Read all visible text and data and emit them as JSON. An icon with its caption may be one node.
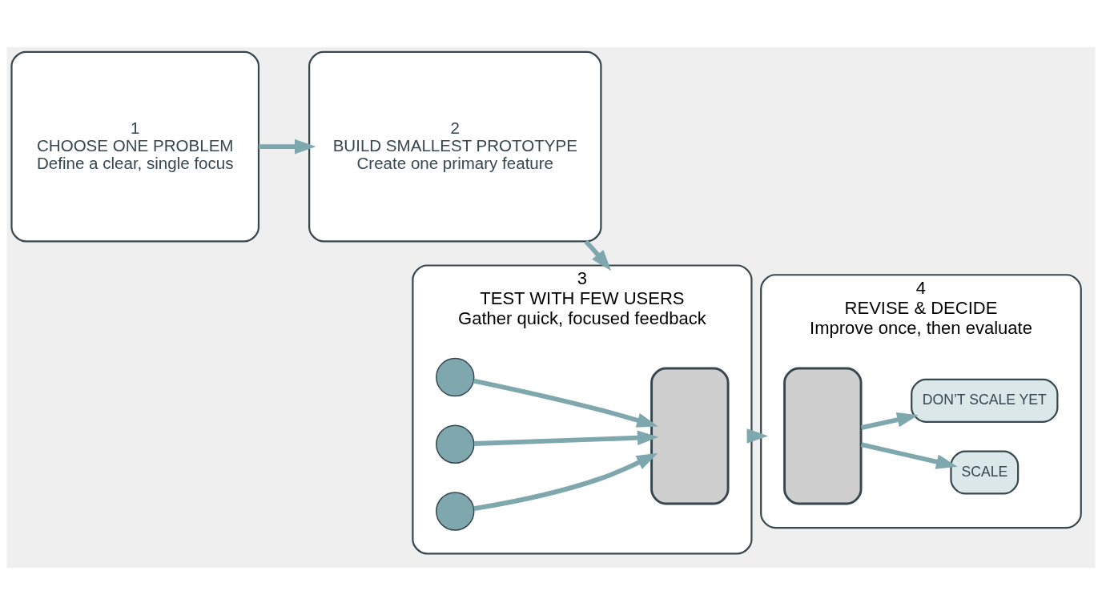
{
  "diagram": {
    "nodes": [
      {
        "text": [
          "1",
          "CHOOSE ONE PROBLEM",
          "Define a clear, single focus"
        ]
      },
      {
        "text": [
          "2",
          "BUILD SMALLEST PROTOTYPE",
          "Create one primary feature"
        ]
      },
      {
        "text": [
          "3",
          "TEST WITH FEW USERS",
          "Gather quick, focused feedback"
        ]
      },
      {
        "text": [],
        "shape": "phone",
        "in": 2
      },
      {
        "text": [],
        "shape": "person",
        "in": 2
      },
      {
        "text": [],
        "shape": "person",
        "in": 2
      },
      {
        "text": [],
        "shape": "person",
        "in": 2
      },
      {
        "text": [
          "4",
          "REVISE & DECIDE",
          "Improve once, then evaluate"
        ]
      },
      {
        "text": [],
        "shape": "phone",
        "in": 7
      },
      {
        "text": [
          "SCALE"
        ],
        "in": 7
      },
      {
        "text": [
          "DON’T SCALE YET"
        ],
        "in": 7
      }
    ],
    "edges": [
      {
        "from": 0,
        "to": 1,
        "arrow": "to"
      },
      {
        "from": 1,
        "to": 2,
        "arrow": "to"
      },
      {
        "from": 2,
        "to": 7,
        "arrow": "to"
      },
      {
        "from": 4,
        "to": 3,
        "arrow": "to"
      },
      {
        "from": 5,
        "to": 3,
        "arrow": "to"
      },
      {
        "from": 6,
        "to": 3,
        "arrow": "to"
      },
      {
        "from": 8,
        "to": 9,
        "arrow": "to"
      },
      {
        "from": 8,
        "to": 10,
        "arrow": "to"
      }
    ]
  }
}
